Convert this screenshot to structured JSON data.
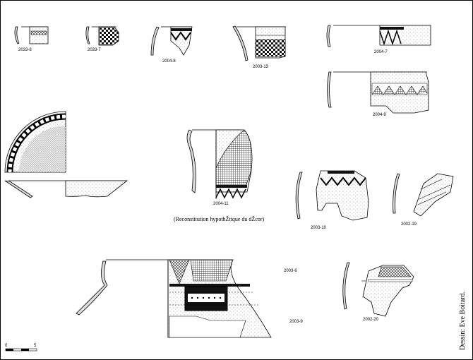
{
  "labels": {
    "s2033_8": "2033-8",
    "s2033_7": "2033-7",
    "s2004_8": "2004-8",
    "s2003_13": "2003-13",
    "s2004_7": "2004-7",
    "s2004_9": "2004-9",
    "s2004_11": "2004-11",
    "s2003_10": "2003-10",
    "s2002_19": "2002-19",
    "s2003_6": "2003-6",
    "s2003_9": "2003-9",
    "s2002_20": "2002-20"
  },
  "caption": "(Reconstitution hypothŽtique du dŽcor)",
  "credit": "Dessin: Eve Boitard.",
  "scale": {
    "start": "0",
    "end": "5"
  }
}
